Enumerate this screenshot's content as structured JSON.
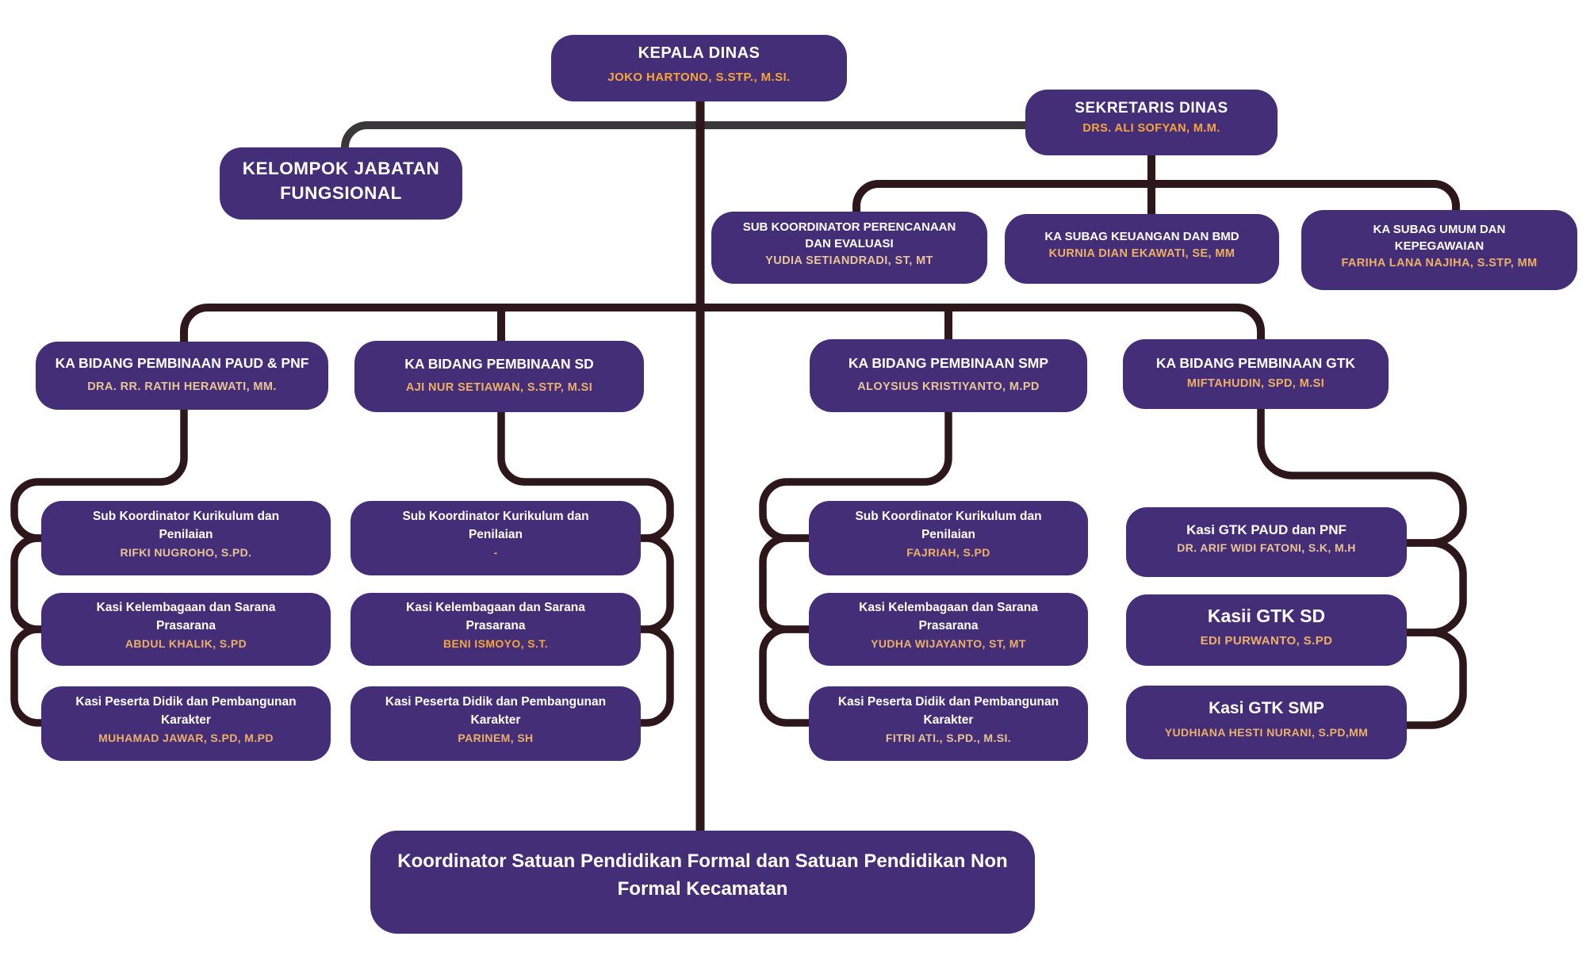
{
  "colors": {
    "bg": "#ffffff",
    "box": "#452e78",
    "line": "#2d171b",
    "line_gray": "#3a373b",
    "title": "#ffffff",
    "nm_bright": "#f5a53c",
    "nm_mid": "#edb166",
    "nm_pale": "#e9c596"
  },
  "nodes": {
    "kepala": {
      "title": "KEPALA DINAS",
      "name": "JOKO HARTONO, S.STP., M.SI."
    },
    "sekretaris": {
      "title": "SEKRETARIS DINAS",
      "name": "DRS. ALI SOFYAN, M.M."
    },
    "kelompok": {
      "title": "KELOMPOK JABATAN FUNGSIONAL"
    },
    "subag": [
      {
        "title": "SUB KOORDINATOR PERENCANAAN DAN EVALUASI",
        "name": "YUDIA SETIANDRADI, ST, MT"
      },
      {
        "title": "KA SUBAG KEUANGAN DAN BMD",
        "name": "KURNIA DIAN EKAWATI, SE, MM"
      },
      {
        "title": "KA SUBAG UMUM DAN KEPEGAWAIAN",
        "name": "FARIHA LANA NAJIHA, S.STP, MM"
      }
    ],
    "bidang": [
      {
        "title": "KA BIDANG PEMBINAAN PAUD & PNF",
        "name": "DRA. RR. RATIH HERAWATI, MM."
      },
      {
        "title": "KA BIDANG PEMBINAAN SD",
        "name": "AJI NUR SETIAWAN, S.STP, M.SI"
      },
      {
        "title": "KA BIDANG PEMBINAAN SMP",
        "name": "ALOYSIUS KRISTIYANTO, M.PD"
      },
      {
        "title": "KA BIDANG PEMBINAAN GTK",
        "name": "MIFTAHUDIN, SPD, M.SI"
      }
    ],
    "kasi": [
      [
        {
          "title": "Sub Koordinator Kurikulum dan Penilaian",
          "name": "RIFKI NUGROHO, S.PD."
        },
        {
          "title": "Kasi Kelembagaan dan Sarana Prasarana",
          "name": "ABDUL KHALIK, S.PD"
        },
        {
          "title": "Kasi Peserta Didik dan Pembangunan Karakter",
          "name": "MUHAMAD JAWAR, S.PD, M.PD"
        }
      ],
      [
        {
          "title": "Sub Koordinator Kurikulum dan Penilaian",
          "name": "-"
        },
        {
          "title": "Kasi Kelembagaan dan Sarana Prasarana",
          "name": "BENI ISMOYO, S.T."
        },
        {
          "title": "Kasi Peserta Didik dan Pembangunan Karakter",
          "name": "PARINEM, SH"
        }
      ],
      [
        {
          "title": "Sub Koordinator Kurikulum dan Penilaian",
          "name": "FAJRIAH, S.PD"
        },
        {
          "title": "Kasi Kelembagaan dan Sarana Prasarana",
          "name": "YUDHA WIJAYANTO, ST, MT"
        },
        {
          "title": "Kasi Peserta Didik dan Pembangunan Karakter",
          "name": "FITRI ATI., S.PD., M.SI."
        }
      ],
      [
        {
          "title": "Kasi GTK PAUD dan PNF",
          "name": "DR. ARIF WIDI FATONI, S.K, M.H"
        },
        {
          "title": "Kasii GTK SD",
          "name": "EDI PURWANTO, S.PD"
        },
        {
          "title": "Kasi GTK SMP",
          "name": "YUDHIANA HESTI NURANI, S.PD,MM"
        }
      ]
    ],
    "koordinator": {
      "title": "Koordinator Satuan Pendidikan Formal dan Satuan Pendidikan Non Formal Kecamatan"
    }
  }
}
